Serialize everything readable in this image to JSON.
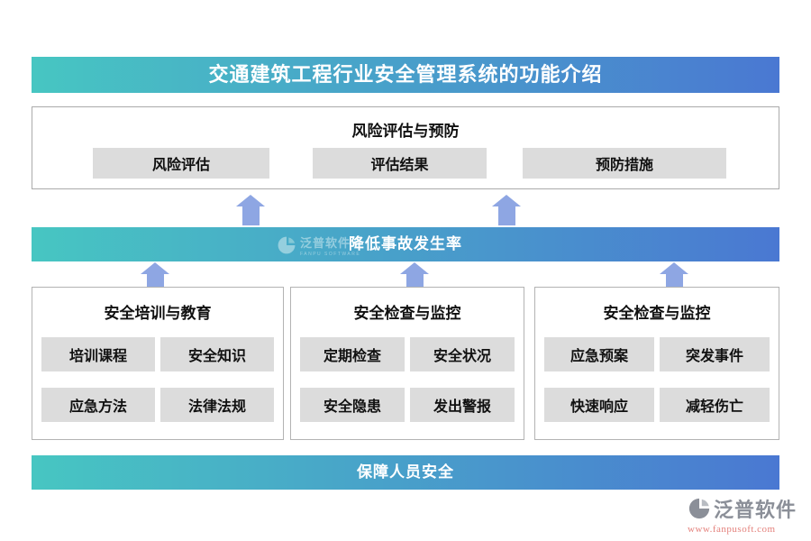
{
  "page": {
    "title": "交通建筑工程行业安全管理系统的功能介绍"
  },
  "colors": {
    "gradient_start": "#47C6C2",
    "gradient_end": "#4A78D2",
    "button_bg": "#DCDCDC",
    "box_border": "#ABABAB",
    "arrow": "#8EA6E3",
    "logo_text": "#8B8F98",
    "logo_url": "#E4827D"
  },
  "top_section": {
    "title": "风险评估与预防",
    "buttons": [
      "风险评估",
      "评估结果",
      "预防措施"
    ]
  },
  "mid_banner": {
    "label": "降低事故发生率"
  },
  "watermark": {
    "text": "泛普软件",
    "subtext": "FANPU SOFTWARE"
  },
  "feature_boxes": [
    {
      "title": "安全培训与教育",
      "buttons": [
        "培训课程",
        "安全知识",
        "应急方法",
        "法律法规"
      ]
    },
    {
      "title": "安全检查与监控",
      "buttons": [
        "定期检查",
        "安全状况",
        "安全隐患",
        "发出警报"
      ]
    },
    {
      "title": "安全检查与监控",
      "buttons": [
        "应急预案",
        "突发事件",
        "快速响应",
        "减轻伤亡"
      ]
    }
  ],
  "bottom_banner": {
    "label": "保障人员安全"
  },
  "footer_logo": {
    "name": "泛普软件",
    "url": "www.fanpusoft.com"
  }
}
